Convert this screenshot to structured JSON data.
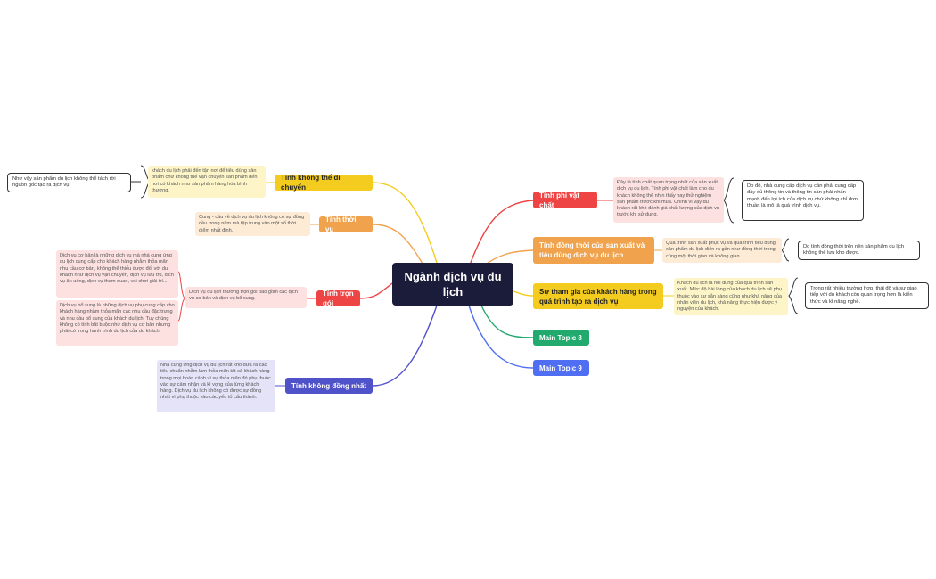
{
  "central": {
    "title": "Ngành dịch vụ du lịch"
  },
  "colors": {
    "central": "#1b1b3a",
    "red": "#ef4444",
    "orange": "#f0a24c",
    "yellow": "#f3cc1f",
    "green": "#22aa6e",
    "blue": "#4f6ef2",
    "indigo": "#5052c9"
  },
  "right_topics": [
    {
      "label": "Tính phi vật chất",
      "color": "red",
      "note": "Đây là tính chất quan trọng nhất của sản xuất dịch vụ du lịch. Tính phi vật chất làm cho du khách không thể nhìn thấy hay thử nghiệm sản phẩm trước khi mua. Chính vì vậy du khách rất khó đánh giá chất lượng của dịch vụ trước khi sử dụng.",
      "callout": "Do đó, nhà cung cấp dịch vụ cần phải cung cấp đầy đủ thông tin và thông tin cần phải nhấn mạnh đến lợi ích của dịch vụ chứ không chỉ đơn thuần là mô tả quá trình dịch vụ."
    },
    {
      "label": "Tính đồng thời của sản xuất và tiêu dùng dịch vụ du lịch",
      "color": "orange",
      "note": "Quá trình sản xuất phục vụ và quá trình tiêu dùng sản phẩm du lịch diễn ra gần như đồng thời trong cùng một thời gian và không gian",
      "callout": "Do tính đồng thời trên nên sản phẩm du lịch không thể lưu kho được."
    },
    {
      "label": "Sự tham gia của khách hàng trong quá trình tạo ra dịch vụ",
      "color": "yellow",
      "note": "Khách du lịch là nội dung của quá trình sản xuất. Mức độ hài lòng của khách du lịch sẽ phụ thuộc vào sự sẵn sàng cũng như khả năng của nhân viên du lịch, khả năng thực hiện được ý nguyện của khách.",
      "callout": "Trong rất nhiều trường hợp, thái độ và sự giao tiếp với du khách còn quan trọng hơn là kiến thức và kĩ năng nghề."
    },
    {
      "label": "Main Topic 8",
      "color": "green"
    },
    {
      "label": "Main Topic 9",
      "color": "blue"
    }
  ],
  "left_topics": [
    {
      "label": "Tính không thể di chuyển",
      "color": "yellow",
      "note": "khách du lịch phải đến tận nơi để tiêu dùng sản phẩm chứ không thể vận chuyển sản phẩm đến nơi có khách như sản phẩm hàng hóa bình thường.",
      "callout": "Như vậy sản phẩm du lịch không thể tách rời nguồn gốc tạo ra dịch vụ."
    },
    {
      "label": "Tính thời vụ",
      "color": "orange",
      "note": "Cung - cầu về dịch vụ du lịch không có sự đồng đều trong năm mà tập trung vào một số thời điểm nhất định."
    },
    {
      "label": "Tính trọn gói",
      "color": "red",
      "note": "Dịch vụ du lịch thường trọn gói bao gồm các dịch vụ cơ bản và dịch vụ bổ sung.",
      "subnotes": [
        "Dịch vụ cơ bản là những dịch vụ mà nhà cung ứng du lịch cung cấp cho khách hàng nhằm thỏa mãn nhu cầu cơ bản, không thể thiếu được đối với du khách như dịch vụ vận chuyển, dịch vụ lưu trú, dịch vụ ăn uống, dịch vụ tham quan, vui chơi giải trí...",
        "Dịch vụ bổ sung là những dịch vụ phụ cung cấp cho khách hàng nhằm thỏa mãn các nhu cầu đặc trưng và nhu cầu bổ sung của khách du lịch. Tuy chúng không có tính bắt buộc như dịch vụ cơ bản nhưng phải có trong hành trình du lịch của du khách."
      ]
    },
    {
      "label": "Tính không đồng nhất",
      "color": "indigo",
      "note": "Nhà cung ứng dịch vụ du lịch rất khó đưa ra các tiêu chuẩn nhằm làm thỏa mãn tất cả khách hàng trong mọi hoàn cảnh vì sự thỏa mãn đó phụ thuộc vào sự cảm nhận và kì vọng của từng khách hàng. Dịch vụ du lịch không có được sự đồng nhất vì phụ thuộc vào các yếu tố cấu thành."
    }
  ]
}
